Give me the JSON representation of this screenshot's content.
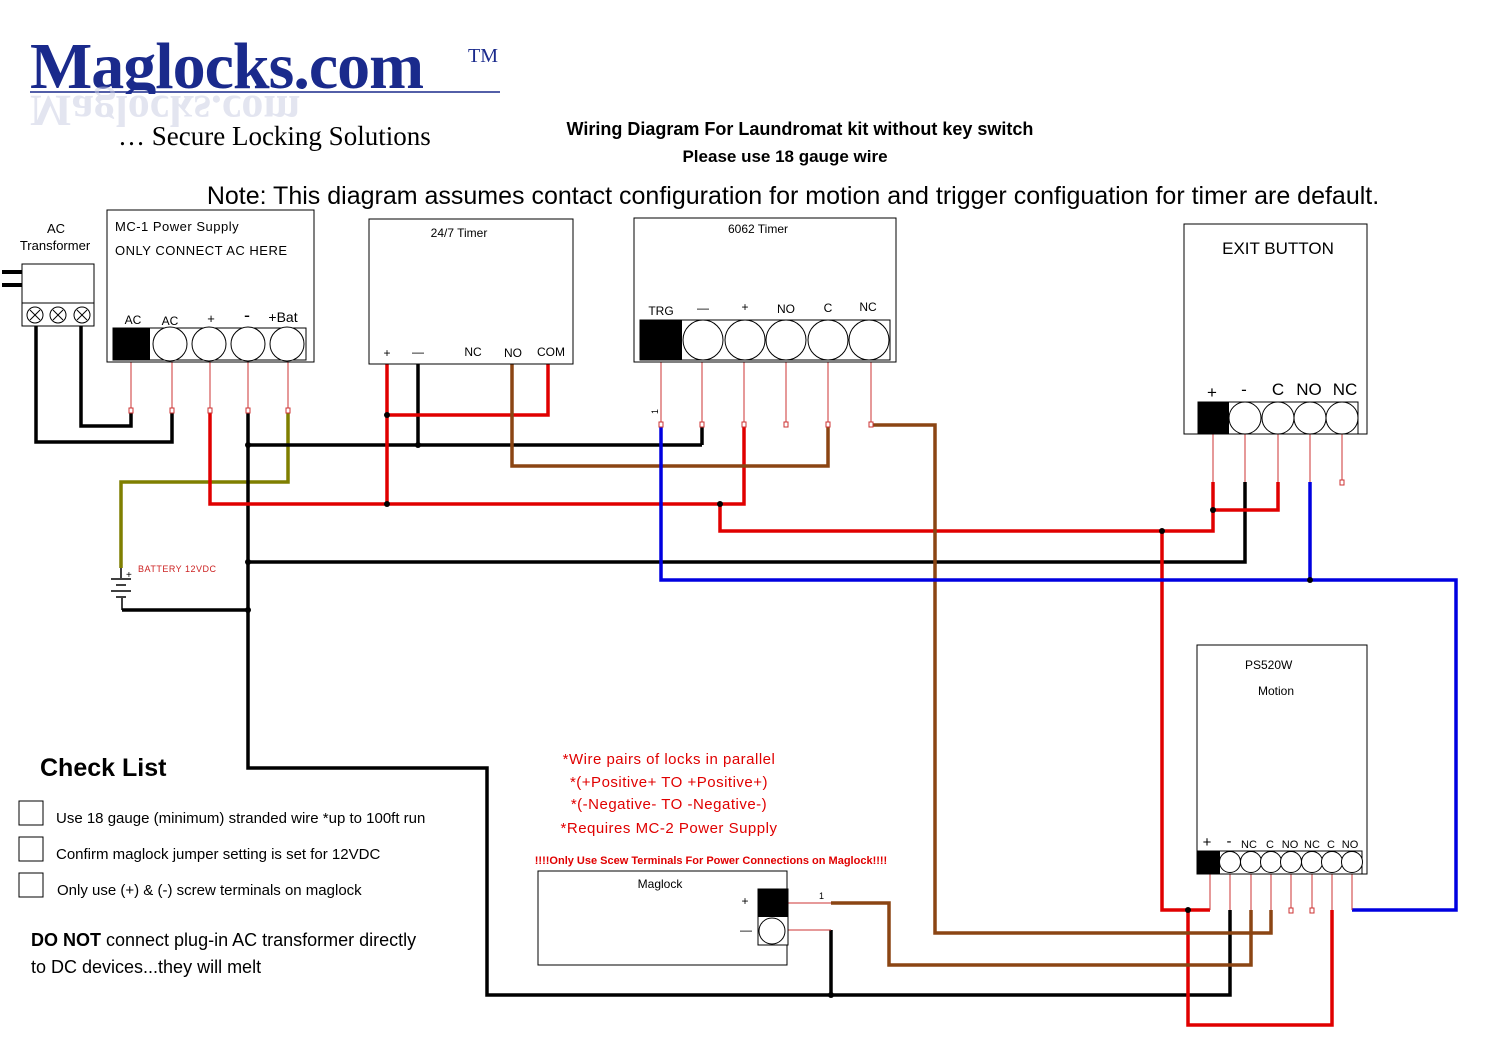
{
  "logo": {
    "brand": "Maglocks.com",
    "trademark": "TM",
    "tagline": "… Secure Locking Solutions"
  },
  "header": {
    "title": "Wiring Diagram For Laundromat kit without key switch",
    "subtitle": "Please use 18 gauge wire",
    "note": "Note: This diagram assumes contact configuration for motion and trigger configuation for timer are default."
  },
  "ac_transformer": {
    "label_line1": "AC",
    "label_line2": "Transformer"
  },
  "mc1": {
    "title": "MC-1 Power Supply",
    "subtitle": "ONLY CONNECT AC HERE",
    "terminals": [
      "AC",
      "AC",
      "+",
      "-",
      "+Bat"
    ]
  },
  "timer247": {
    "title": "24/7 Timer",
    "terminals": [
      "+",
      "—",
      "NC",
      "NO",
      "COM"
    ]
  },
  "timer6062": {
    "title": "6062 Timer",
    "terminals": [
      "TRG",
      "—",
      "+",
      "NO",
      "C",
      "NC"
    ],
    "pin_mark": "1"
  },
  "exit_button": {
    "title": "EXIT BUTTON",
    "terminals": [
      "+",
      "-",
      "C",
      "NO",
      "NC"
    ]
  },
  "battery": {
    "label": "BATTERY 12VDC",
    "plus": "+"
  },
  "motion": {
    "model": "PS520W",
    "title": "Motion",
    "terminals": [
      "+",
      "-",
      "NC",
      "C",
      "NO",
      "NC",
      "C",
      "NO"
    ]
  },
  "maglock": {
    "title": "Maglock",
    "plus": "+",
    "minus": "—",
    "pin_mark": "1",
    "notes": [
      "*Wire pairs of locks in parallel",
      "*(+Positive+ TO +Positive+)",
      "*(-Negative- TO -Negative-)",
      "*Requires MC-2 Power Supply"
    ],
    "warning": "!!!!Only Use Scew Terminals For Power Connections on Maglock!!!!"
  },
  "checklist": {
    "title": "Check List",
    "items": [
      "Use 18 gauge (minimum) stranded wire *up to 100ft run",
      "Confirm maglock jumper setting is set for 12VDC",
      "Only use (+) & (-) screw terminals on maglock"
    ],
    "warning_bold": "DO NOT",
    "warning_rest": " connect plug-in AC transformer directly",
    "warning_line2": "to DC devices...they will melt"
  },
  "colors": {
    "red": "#e00000",
    "black": "#000000",
    "blue": "#0000e0",
    "brown": "#8b4513",
    "olive": "#7f7f00",
    "logo_blue": "#1a2a8c",
    "note_red": "#e00000"
  }
}
